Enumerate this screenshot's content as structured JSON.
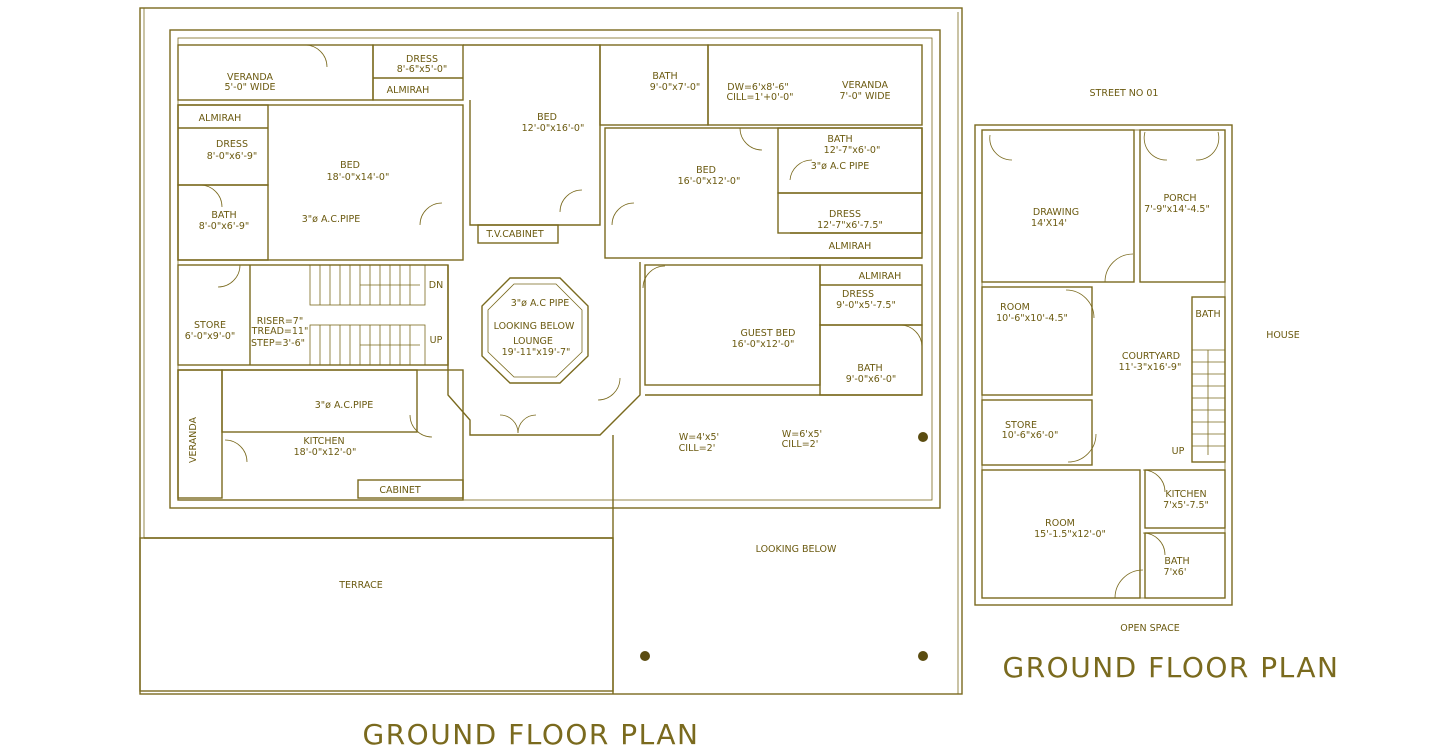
{
  "colors": {
    "line": "#7a6a1e",
    "text": "#6b5a10",
    "background": "#ffffff"
  },
  "plan_a": {
    "title": "GROUND FLOOR PLAN",
    "rooms": [
      {
        "name": "VERANDA",
        "dim": "5'-0\" WIDE"
      },
      {
        "name": "DRESS",
        "dim": "8'-6\"x5'-0\""
      },
      {
        "name": "ALMIRAH"
      },
      {
        "name": "BED",
        "dim": "12'-0\"x16'-0\""
      },
      {
        "name": "BATH",
        "dim": "9'-0\"x7'-0\""
      },
      {
        "name": "DW=6'x8'-6\"",
        "dim": "CILL=1'+0'-0\""
      },
      {
        "name": "VERANDA",
        "dim": "7'-0\" WIDE"
      },
      {
        "name": "ALMIRAH"
      },
      {
        "name": "DRESS",
        "dim": "8'-0\"x6'-9\""
      },
      {
        "name": "BED",
        "dim": "18'-0\"x14'-0\""
      },
      {
        "name": "BED",
        "dim": "16'-0\"x12'-0\""
      },
      {
        "name": "BATH",
        "dim": "12'-7\"x6'-0\""
      },
      {
        "name": "3\"ø A.C PIPE"
      },
      {
        "name": "BATH",
        "dim": "8'-0\"x6'-9\""
      },
      {
        "name": "3\"ø A.C.PIPE"
      },
      {
        "name": "T.V.CABINET"
      },
      {
        "name": "DRESS",
        "dim": "12'-7\"x6'-7.5\""
      },
      {
        "name": "ALMIRAH"
      },
      {
        "name": "ALMIRAH"
      },
      {
        "name": "DRESS",
        "dim": "9'-0\"x5'-7.5\""
      },
      {
        "name": "DN"
      },
      {
        "name": "3\"ø A.C PIPE"
      },
      {
        "name": "LOOKING BELOW"
      },
      {
        "name": "LOUNGE",
        "dim": "19'-11\"x19'-7\""
      },
      {
        "name": "GUEST BED",
        "dim": "16'-0\"x12'-0\""
      },
      {
        "name": "STORE",
        "dim": "6'-0\"x9'-0\""
      },
      {
        "name": "RISER=7\""
      },
      {
        "name": "TREAD=11\""
      },
      {
        "name": "STEP=3'-6\""
      },
      {
        "name": "UP"
      },
      {
        "name": "BATH",
        "dim": "9'-0\"x6'-0\""
      },
      {
        "name": "3\"ø A.C.PIPE"
      },
      {
        "name": "KITCHEN",
        "dim": "18'-0\"x12'-0\""
      },
      {
        "name": "VERANDA"
      },
      {
        "name": "CABINET"
      },
      {
        "name": "W=4'x5'",
        "dim": "CILL=2'"
      },
      {
        "name": "W=6'x5'",
        "dim": "CILL=2'"
      },
      {
        "name": "TERRACE"
      },
      {
        "name": "LOOKING BELOW"
      }
    ]
  },
  "plan_b": {
    "title": "GROUND FLOOR PLAN",
    "top_label": "STREET NO 01",
    "right_label": "HOUSE",
    "bottom_label": "OPEN SPACE",
    "rooms": [
      {
        "name": "DRAWING",
        "dim": "14'X14'"
      },
      {
        "name": "PORCH",
        "dim": "7'-9\"x14'-4.5\""
      },
      {
        "name": "ROOM",
        "dim": "10'-6\"x10'-4.5\""
      },
      {
        "name": "BATH"
      },
      {
        "name": "COURTYARD",
        "dim": "11'-3\"x16'-9\""
      },
      {
        "name": "STORE",
        "dim": "10'-6\"x6'-0\""
      },
      {
        "name": "UP"
      },
      {
        "name": "KITCHEN",
        "dim": "7'x5'-7.5\""
      },
      {
        "name": "ROOM",
        "dim": "15'-1.5\"x12'-0\""
      },
      {
        "name": "BATH",
        "dim": "7'x6'"
      }
    ]
  }
}
